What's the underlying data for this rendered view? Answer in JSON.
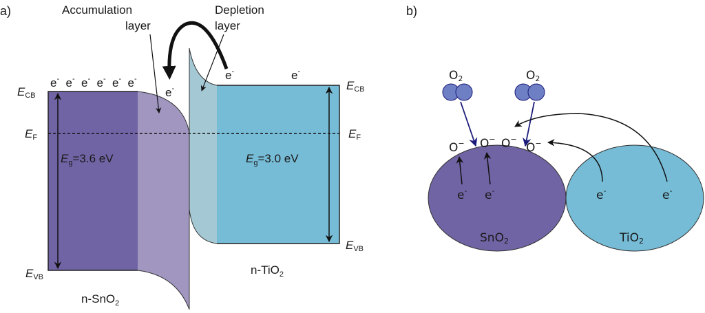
{
  "panel_a": {
    "label": "a)",
    "accumulation_label_line1": "Accumulation",
    "accumulation_label_line2": "layer",
    "depletion_label_line1": "Depletion",
    "depletion_label_line2": "layer",
    "electron": "e",
    "electron_charge": "-",
    "left": {
      "material": "n-SnO",
      "material_sub": "2",
      "bandgap_symbol": "E",
      "bandgap_sub": "g",
      "bandgap_value": "=3.6 eV",
      "ecb_symbol": "E",
      "ecb_sub": "CB",
      "ef_symbol": "E",
      "ef_sub": "F",
      "evb_symbol": "E",
      "evb_sub": "VB",
      "electron_count": 6,
      "color_bulk": "#7064a4",
      "color_layer": "#a096c0"
    },
    "right": {
      "material": "n-TiO",
      "material_sub": "2",
      "bandgap_symbol": "E",
      "bandgap_sub": "g",
      "bandgap_value": "=3.0 eV",
      "ecb_symbol": "E",
      "ecb_sub": "CB",
      "ef_symbol": "E",
      "ef_sub": "F",
      "evb_symbol": "E",
      "evb_sub": "VB",
      "color_bulk": "#76bcd6",
      "color_layer": "#a4c8d4"
    }
  },
  "panel_b": {
    "label": "b)",
    "o2_label": "O",
    "o2_sub": "2",
    "oxygen_ion": "O",
    "ion_charge": "−",
    "electron": "e",
    "electron_charge": "-",
    "sno2_label": "SnO",
    "sno2_sub": "2",
    "tio2_label": "TiO",
    "tio2_sub": "2",
    "color_sno2": "#7064a4",
    "color_tio2": "#76bcd6",
    "color_o2": "#6e7fc4",
    "color_o2_arrow": "#1a1a7a"
  }
}
